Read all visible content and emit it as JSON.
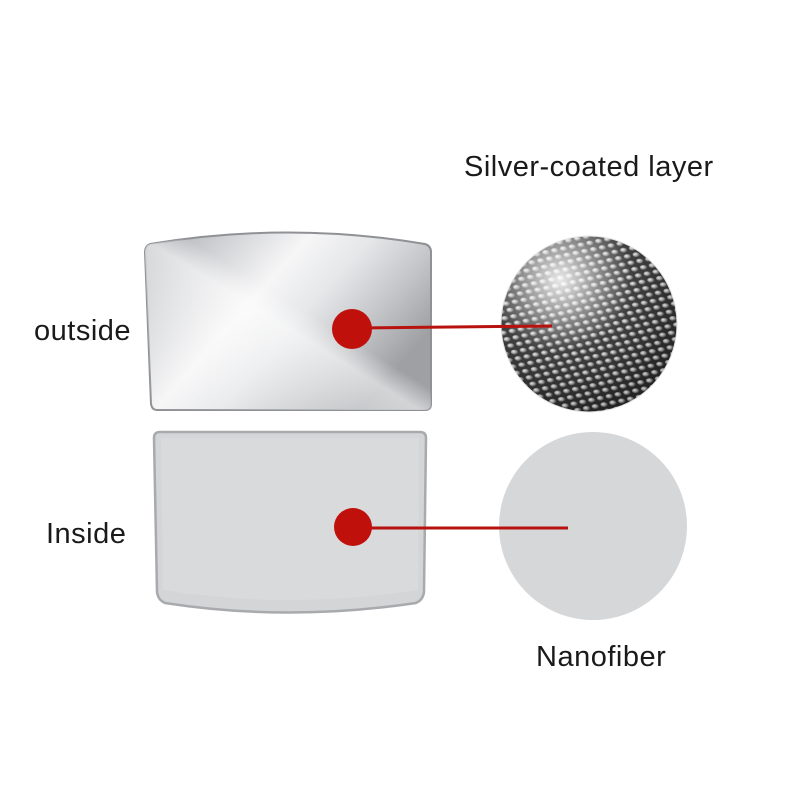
{
  "labels": {
    "silver_coated_layer": "Silver-coated layer",
    "outside": "outside",
    "inside": "Inside",
    "nanofiber": "Nanofiber"
  },
  "colors": {
    "marker_red": "#c0100c",
    "connector_red": "#b8120e",
    "outside_panel_light": "#f4f4f6",
    "outside_panel_dark": "#a9abaf",
    "inside_panel_fill": "#d4d5d7",
    "inside_panel_border": "#a9aaad",
    "nanofiber_fill": "#d6d7d9",
    "mesh_dark": "#1e1e1e",
    "mesh_light": "#e4e4e4"
  }
}
